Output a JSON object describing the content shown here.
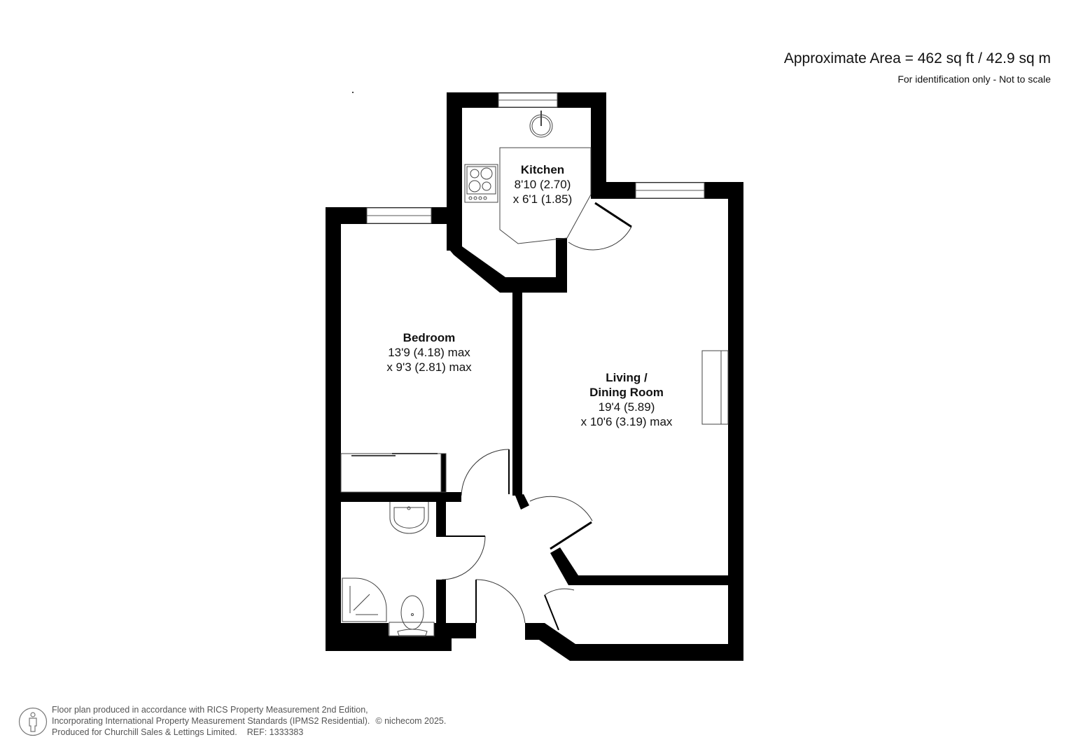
{
  "header": {
    "approximate_area": "Approximate Area = 462 sq ft / 42.9 sq m",
    "disclaimer": "For identification only - Not to scale"
  },
  "rooms": {
    "kitchen": {
      "name": "Kitchen",
      "dim1": "8'10 (2.70)",
      "dim2": "x 6'1 (1.85)"
    },
    "bedroom": {
      "name": "Bedroom",
      "dim1": "13'9 (4.18) max",
      "dim2": "x 9'3 (2.81) max"
    },
    "living": {
      "name1": "Living /",
      "name2": "Dining Room",
      "dim1": "19'4 (5.89)",
      "dim2": "x 10'6 (3.19) max"
    }
  },
  "fixtures": [
    "window",
    "sink",
    "hob",
    "door",
    "wardrobe",
    "basin",
    "shower",
    "wc",
    "fireplace"
  ],
  "footer": {
    "line1": "Floor plan produced in accordance with RICS Property Measurement 2nd Edition,",
    "line2": "Incorporating International Property Measurement Standards (IPMS2 Residential).",
    "copyright": "© nichecom 2025.",
    "line3": "Produced for Churchill Sales & Lettings Limited.",
    "ref": "REF: 1333383",
    "icon": "person-outline-icon"
  },
  "colors": {
    "wall": "#000000",
    "background": "#ffffff",
    "text": "#111111",
    "footer_text": "#555555"
  }
}
